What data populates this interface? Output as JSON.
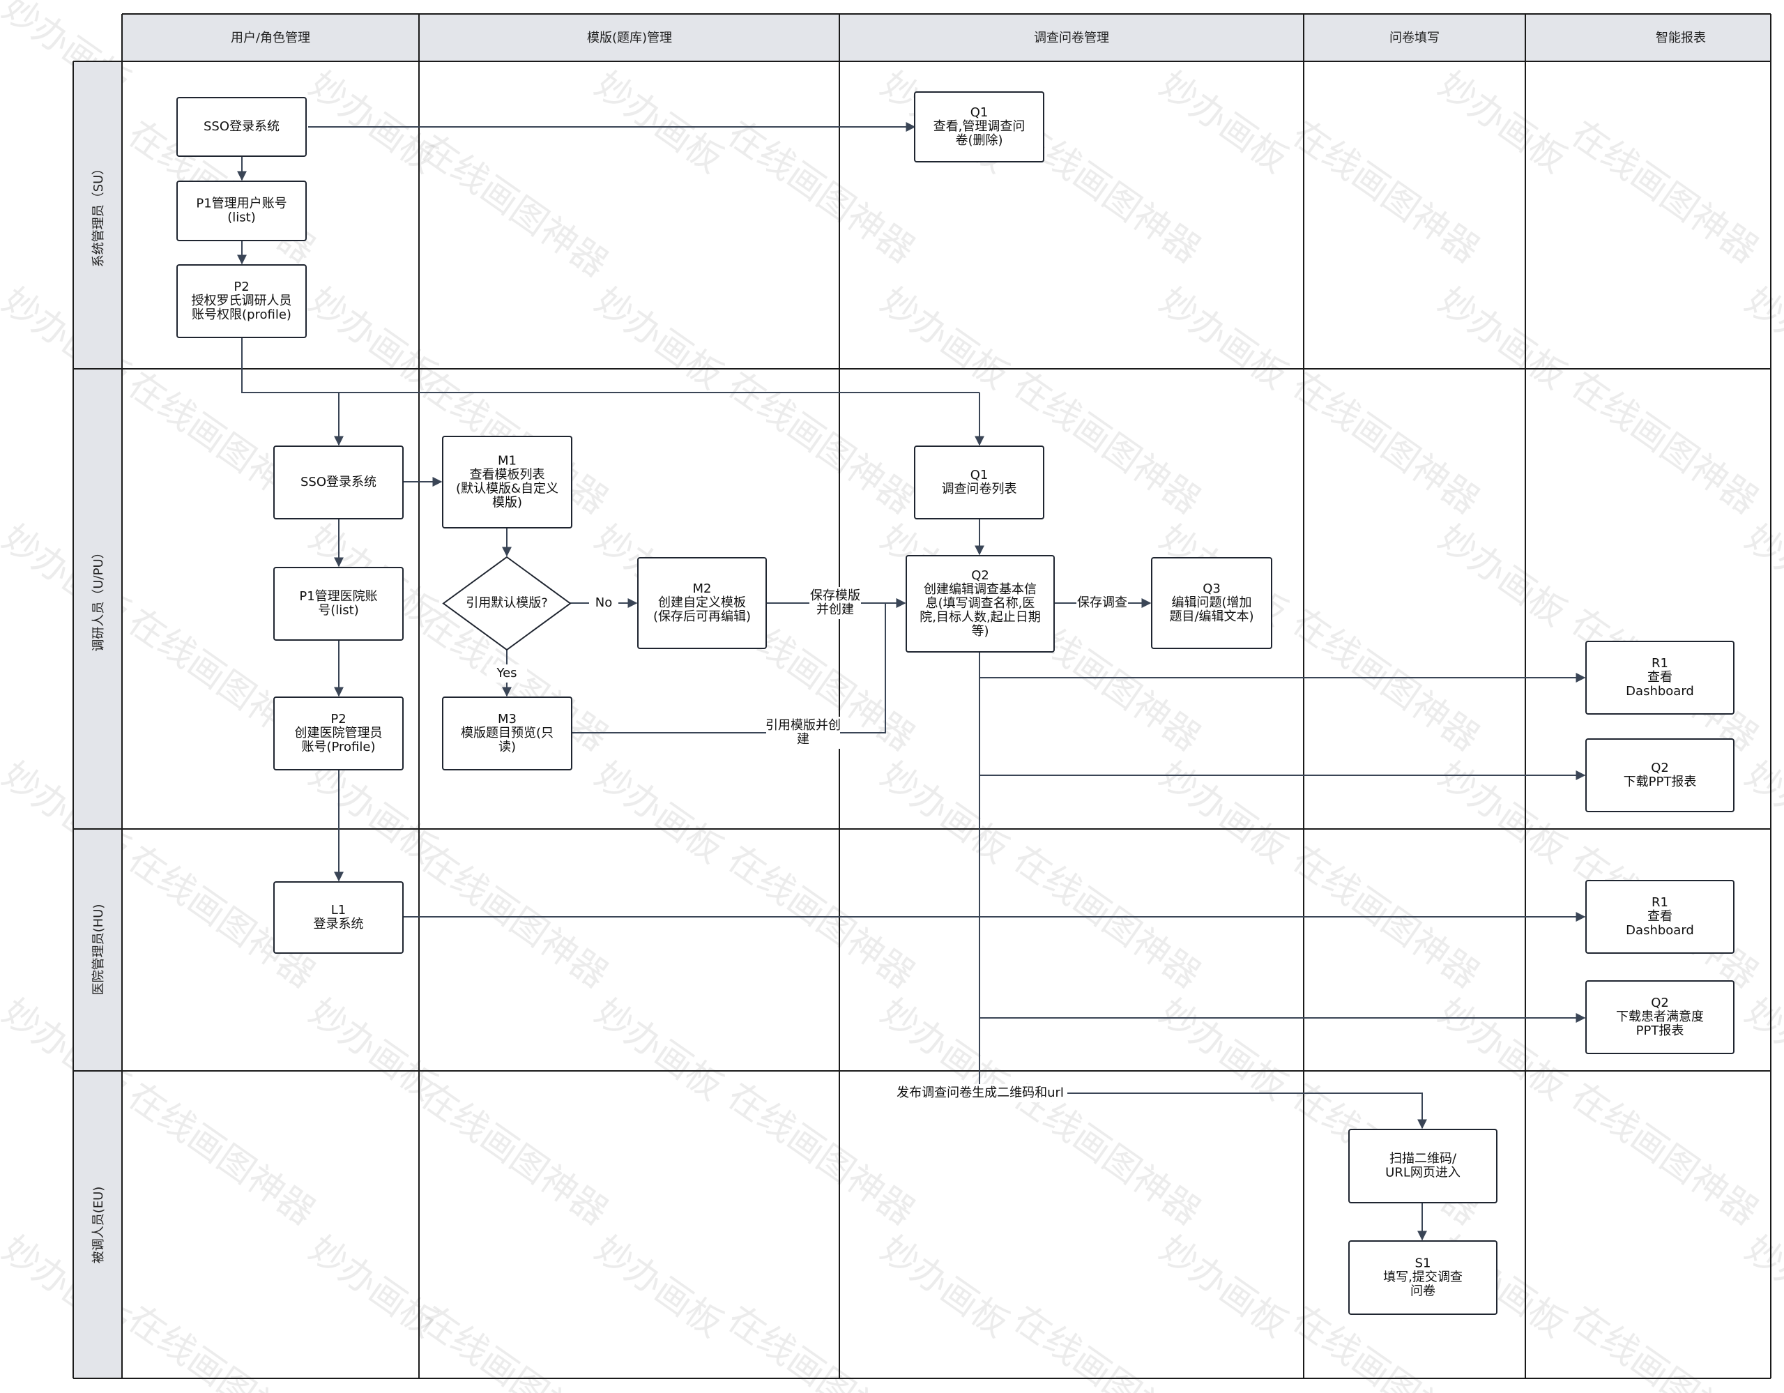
{
  "columns": [
    {
      "label": "用户/角色管理"
    },
    {
      "label": "模版(题库)管理"
    },
    {
      "label": "调查问卷管理"
    },
    {
      "label": "问卷填写"
    },
    {
      "label": "智能报表"
    }
  ],
  "lanes": [
    {
      "label": "系统管理员（SU）"
    },
    {
      "label": "调研人员（U/PU）"
    },
    {
      "label": "医院管理员(HU)"
    },
    {
      "label": "被调人员(EU)"
    }
  ],
  "nodes": {
    "su_sso": [
      "SSO登录系统"
    ],
    "su_p1": [
      "P1管理用户账号",
      "(list)"
    ],
    "su_p2": [
      "P2",
      "授权罗氏调研人员",
      "账号权限(profile)"
    ],
    "su_q1": [
      "Q1",
      "查看,管理调查问",
      "卷(删除)"
    ],
    "u_sso": [
      "SSO登录系统"
    ],
    "u_p1": [
      "P1管理医院账",
      "号(list)"
    ],
    "u_p2": [
      "P2",
      "创建医院管理员",
      "账号(Profile)"
    ],
    "u_m1": [
      "M1",
      "查看模板列表",
      "(默认模版&自定义",
      "模版)"
    ],
    "u_dec": [
      "引用默认模版?"
    ],
    "u_m2": [
      "M2",
      "创建自定义模板",
      "(保存后可再编辑)"
    ],
    "u_m3": [
      "M3",
      "模版题目预览(只",
      "读)"
    ],
    "u_q1": [
      "Q1",
      "调查问卷列表"
    ],
    "u_q2": [
      "Q2",
      "创建编辑调查基本信",
      "息(填写调查名称,医",
      "院,目标人数,起止日期",
      "等)"
    ],
    "u_q3": [
      "Q3",
      "编辑问题(增加",
      "题目/编辑文本)"
    ],
    "u_r1": [
      "R1",
      "查看",
      "Dashboard"
    ],
    "u_rq2": [
      "Q2",
      "下载PPT报表"
    ],
    "h_l1": [
      "L1",
      "登录系统"
    ],
    "h_r1": [
      "R1",
      "查看",
      "Dashboard"
    ],
    "h_rq2": [
      "Q2",
      "下载患者满意度",
      "PPT报表"
    ],
    "e_scan": [
      "扫描二维码/",
      "URL网页进入"
    ],
    "e_s1": [
      "S1",
      "填写,提交调查",
      "问卷"
    ]
  },
  "edge_labels": {
    "no": [
      "No"
    ],
    "yes": [
      "Yes"
    ],
    "save_create": [
      "保存模版",
      "并创建"
    ],
    "ref_create": [
      "引用模版并创",
      "建"
    ],
    "save_survey": [
      "保存调查"
    ],
    "publish": [
      "发布调查问卷生成二维码和url"
    ]
  },
  "watermarks": [
    "妙办画板",
    "在线画图神器"
  ],
  "colors": {
    "line": "#3a4556",
    "header": "#e3e5ea",
    "border": "#1a1a1a"
  }
}
